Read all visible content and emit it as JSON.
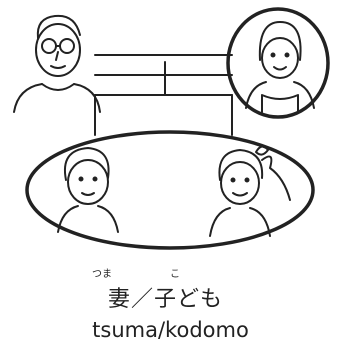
{
  "caption": {
    "ruby_tsuma": "つま",
    "ruby_ko": "こ",
    "kanji_tsuma": "妻",
    "separator": "／",
    "kodomo": "子ども",
    "romaji": "tsuma/kodomo"
  }
}
